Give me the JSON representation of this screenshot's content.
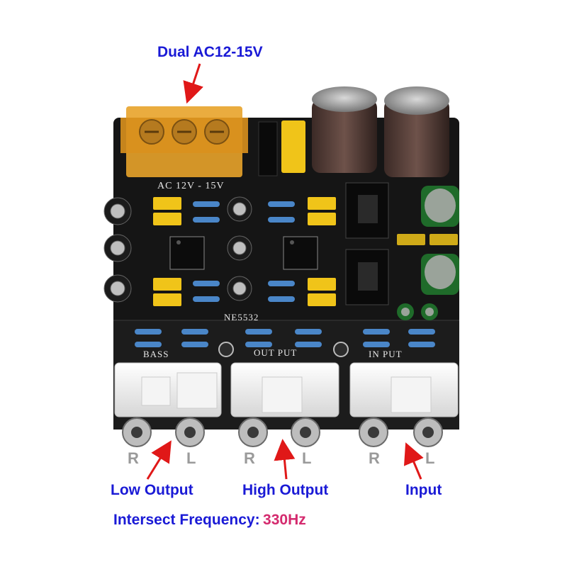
{
  "top_label": "Dual AC12-15V",
  "board": {
    "silk_ac": "AC 12V - 15V",
    "silk_chip": "NE5532",
    "silk_bass": "BASS",
    "silk_output": "OUT PUT",
    "silk_input": "IN PUT"
  },
  "jack_letters": [
    "R",
    "L",
    "R",
    "L",
    "R",
    "L"
  ],
  "bottom_labels": {
    "low_output": "Low Output",
    "high_output": "High Output",
    "input": "Input"
  },
  "frequency": {
    "label": "Intersect Frequency:",
    "value": "330Hz",
    "value_color": "#d42a6e"
  },
  "colors": {
    "label_blue": "#1a1ad6",
    "arrow_red": "#e01818",
    "pcb": "#151515"
  }
}
